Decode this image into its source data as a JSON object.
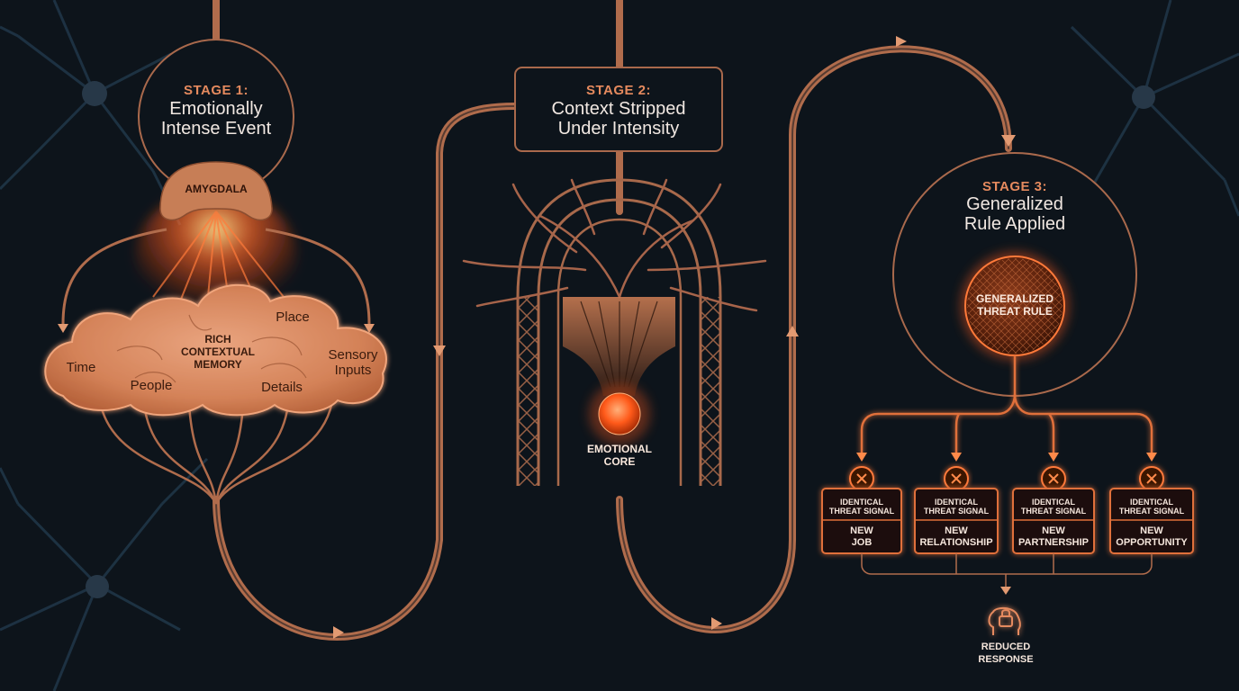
{
  "stage1": {
    "stage_label": "STAGE 1:",
    "title_line1": "Emotionally",
    "title_line2": "Intense Event",
    "amygdala_label": "AMYGDALA",
    "memory_line1": "RICH",
    "memory_line2": "CONTEXTUAL",
    "memory_line3": "MEMORY",
    "cloud_items": {
      "time": "Time",
      "people": "People",
      "place": "Place",
      "details": "Details",
      "sensory_line1": "Sensory",
      "sensory_line2": "Inputs"
    }
  },
  "stage2": {
    "stage_label": "STAGE 2:",
    "title_line1": "Context Stripped",
    "title_line2": "Under Intensity",
    "core_line1": "EMOTIONAL",
    "core_line2": "CORE"
  },
  "stage3": {
    "stage_label": "STAGE 3:",
    "title_line1": "Generalized",
    "title_line2": "Rule Applied",
    "rule_line1": "GENERALIZED",
    "rule_line2": "THREAT RULE",
    "signal_line1": "IDENTICAL",
    "signal_line2": "THREAT SIGNAL",
    "targets": [
      {
        "line1": "NEW",
        "line2": "JOB"
      },
      {
        "line1": "NEW",
        "line2": "RELATIONSHIP"
      },
      {
        "line1": "NEW",
        "line2": "PARTNERSHIP"
      },
      {
        "line1": "NEW",
        "line2": "OPPORTUNITY"
      }
    ],
    "outcome_line1": "REDUCED",
    "outcome_line2": "RESPONSE"
  },
  "colors": {
    "background": "#0d141b",
    "accent": "#e58a5e",
    "path": "#b06c4c",
    "glow": "#ff6a2a",
    "neuron": "#1f3547"
  },
  "icons": [
    "x-circle-icon",
    "lock-head-icon",
    "neuron-icon"
  ]
}
